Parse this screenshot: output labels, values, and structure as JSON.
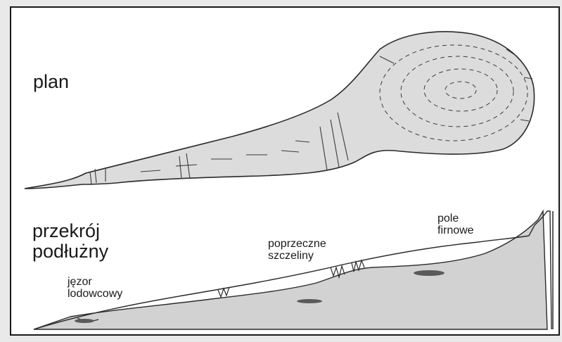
{
  "plan_label": "plan",
  "section_label": {
    "line1": "przekrój",
    "line2": "podłużny"
  },
  "annotations": {
    "transverse_crevasses": {
      "line1": "poprzeczne",
      "line2": "szczeliny"
    },
    "firn_field": {
      "line1": "pole",
      "line2": "firnowe"
    },
    "glacier_tongue": {
      "line1": "jęzor",
      "line2": "lodowcowy"
    }
  },
  "colors": {
    "paper": "#ffffff",
    "frame": "#1a1a1a",
    "glacier_plan_fill": "#dcdcdc",
    "bedrock_fill": "#d2d2d2",
    "ink": "#2a2a2a"
  }
}
